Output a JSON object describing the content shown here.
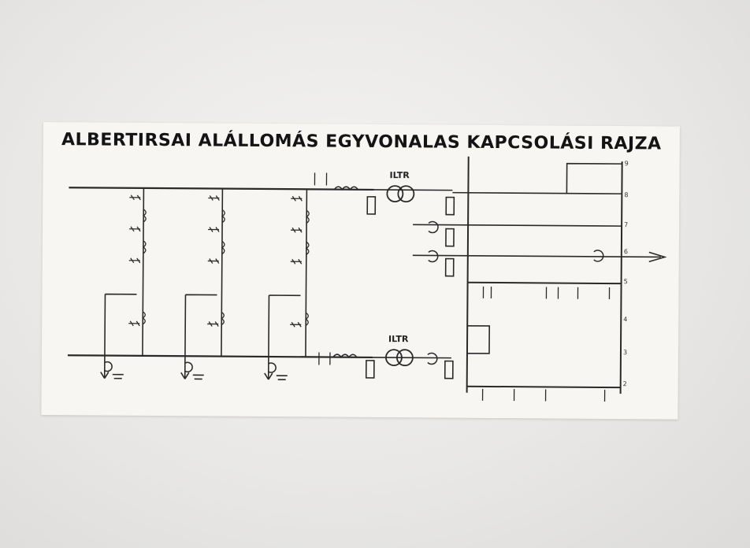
{
  "poster": {
    "title": "ALBERTIRSAI ALÁLLOMÁS EGYVONALAS KAPCSOLÁSI RAJZA",
    "transformers": [
      {
        "label": "ILTR"
      },
      {
        "label": "ILTR"
      }
    ],
    "bus_numbers": [
      "9",
      "8",
      "7",
      "6",
      "5",
      "4",
      "3",
      "2"
    ]
  },
  "colors": {
    "wall": "#e9e8e6",
    "paper": "#f7f6f3",
    "ink": "#2a2a2a"
  }
}
